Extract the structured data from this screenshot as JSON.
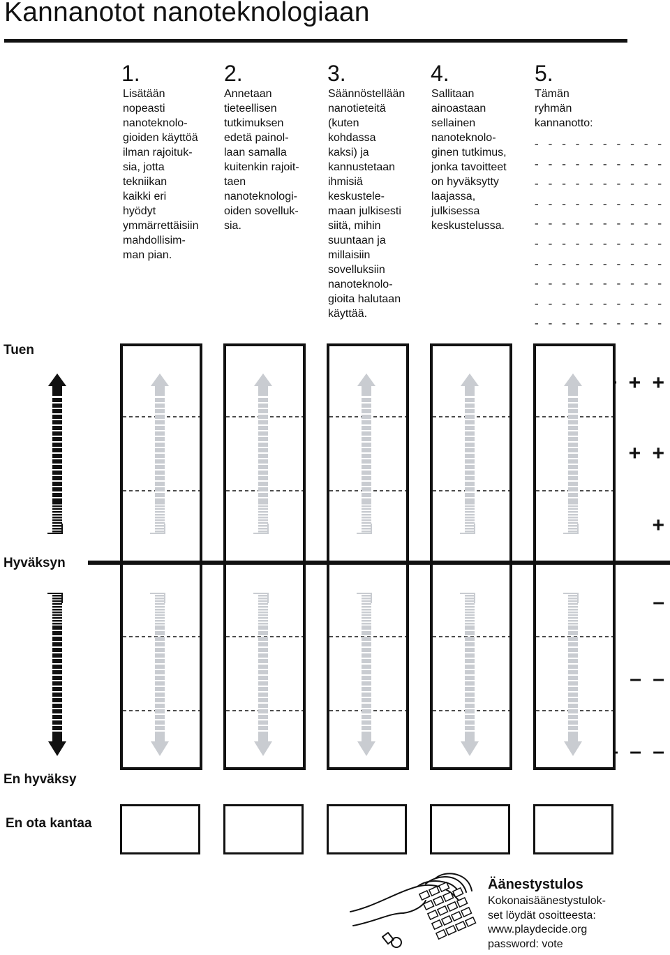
{
  "title": "Kannanotot nanoteknologiaan",
  "columns": [
    {
      "number": "1.",
      "text": "Lisätään\nnopeasti\nnanoteknolo-\ngioiden käyttöä\nilman rajoituk-\nsia, jotta\ntekniikan\nkaikki eri\nhyödyt\nymmärrettäisiin\nmahdollisim-\nman pian."
    },
    {
      "number": "2.",
      "text": "Annetaan\ntieteellisen\ntutkimuksen\nedetä painol-\nlaan samalla\nkuitenkin rajoit-\ntaen\nnanoteknologi-\noiden sovelluk-\nsia."
    },
    {
      "number": "3.",
      "text": "Säännöstellään\nnanotieteitä\n(kuten\nkohdassa\nkaksi) ja\nkannustetaan\nihmisiä\nkeskustele-\nmaan julkisesti\nsiitä, mihin\nsuuntaan ja\nmillaisiin\nsovelluksiin\nnanoteknolo-\ngioita halutaan\nkäyttää."
    },
    {
      "number": "4.",
      "text": "Sallitaan\nainoastaan\nsellainen\nnanoteknolo-\nginen tutkimus,\njonka tavoitteet\non hyväksytty\nlaajassa,\njulkisessa\nkeskustelussa."
    },
    {
      "number": "5.",
      "text": "Tämän\nryhmän\nkannanotto:"
    }
  ],
  "custom_lines": "- - - - - - - - - - - \n- - - - - - - - - - - \n- - - - - - - - - - - \n- - - - - - - - - - - \n- - - - - - - - - - - \n- - - - - - - - - - - \n- - - - - - - - - - - \n- - - - - - - - - - - \n- - - - - - - - - - - \n- - - - - - - - - - - ",
  "axis": {
    "support": "Tuen",
    "approve": "Hyväksyn",
    "disapprove": "En hyväksy",
    "no_position": "En ota kantaa"
  },
  "scale": {
    "plus3": "+ + +",
    "plus2": "+ +",
    "plus1": "+",
    "minus1": "–",
    "minus2": "– –",
    "minus3": "– – –"
  },
  "result": {
    "title": "Äänestystulos",
    "text": "Kokonaisäänestystulok-\nset löydät osoitteesta:\nwww.playdecide.org\npassword: vote"
  },
  "colors": {
    "ink": "#111111",
    "arrow_grey": "#c9ccd1"
  },
  "icons": [
    "hand-on-keyboard-icon"
  ]
}
